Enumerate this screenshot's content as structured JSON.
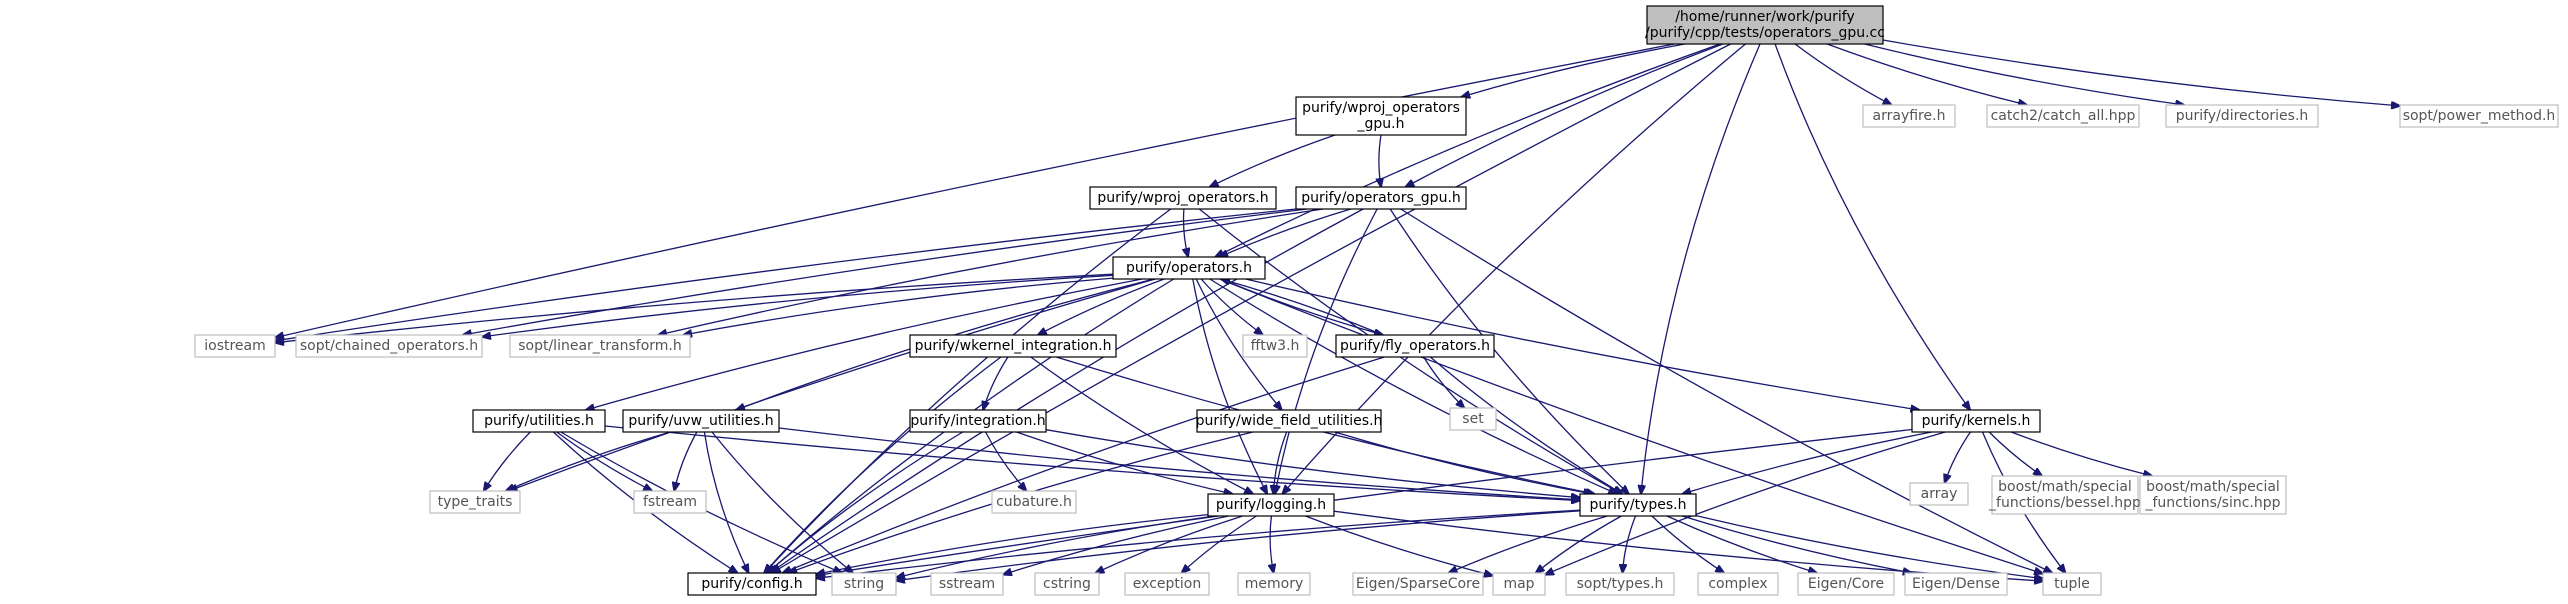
{
  "graph": {
    "nodes": [
      {
        "id": "root",
        "lines": [
          "/home/runner/work/purify",
          "/purify/cpp/tests/operators_gpu.cc"
        ],
        "kind": "root"
      },
      {
        "id": "config",
        "lines": [
          "purify/config.h"
        ],
        "kind": "file"
      },
      {
        "id": "wproj_gpu",
        "lines": [
          "purify/wproj_operators",
          "_gpu.h"
        ],
        "kind": "file"
      },
      {
        "id": "arrayfire",
        "lines": [
          "arrayfire.h"
        ],
        "kind": "external"
      },
      {
        "id": "catch",
        "lines": [
          "catch2/catch_all.hpp"
        ],
        "kind": "external"
      },
      {
        "id": "directories",
        "lines": [
          "purify/directories.h"
        ],
        "kind": "external"
      },
      {
        "id": "power",
        "lines": [
          "sopt/power_method.h"
        ],
        "kind": "external"
      },
      {
        "id": "wproj",
        "lines": [
          "purify/wproj_operators.h"
        ],
        "kind": "file"
      },
      {
        "id": "opgpu",
        "lines": [
          "purify/operators_gpu.h"
        ],
        "kind": "file"
      },
      {
        "id": "operators",
        "lines": [
          "purify/operators.h"
        ],
        "kind": "file"
      },
      {
        "id": "iostream",
        "lines": [
          "iostream"
        ],
        "kind": "external"
      },
      {
        "id": "chained",
        "lines": [
          "sopt/chained_operators.h"
        ],
        "kind": "external"
      },
      {
        "id": "lintrans",
        "lines": [
          "sopt/linear_transform.h"
        ],
        "kind": "external"
      },
      {
        "id": "wkernel",
        "lines": [
          "purify/wkernel_integration.h"
        ],
        "kind": "file"
      },
      {
        "id": "fftw",
        "lines": [
          "fftw3.h"
        ],
        "kind": "external"
      },
      {
        "id": "fly",
        "lines": [
          "purify/fly_operators.h"
        ],
        "kind": "file"
      },
      {
        "id": "set",
        "lines": [
          "set"
        ],
        "kind": "external"
      },
      {
        "id": "kernels",
        "lines": [
          "purify/kernels.h"
        ],
        "kind": "file"
      },
      {
        "id": "utilities",
        "lines": [
          "purify/utilities.h"
        ],
        "kind": "file"
      },
      {
        "id": "uvw",
        "lines": [
          "purify/uvw_utilities.h"
        ],
        "kind": "file"
      },
      {
        "id": "integration",
        "lines": [
          "purify/integration.h"
        ],
        "kind": "file"
      },
      {
        "id": "widefield",
        "lines": [
          "purify/wide_field_utilities.h"
        ],
        "kind": "file"
      },
      {
        "id": "logging",
        "lines": [
          "purify/logging.h"
        ],
        "kind": "file"
      },
      {
        "id": "types",
        "lines": [
          "purify/types.h"
        ],
        "kind": "file"
      },
      {
        "id": "typetraits",
        "lines": [
          "type_traits"
        ],
        "kind": "external"
      },
      {
        "id": "fstream",
        "lines": [
          "fstream"
        ],
        "kind": "external"
      },
      {
        "id": "cubature",
        "lines": [
          "cubature.h"
        ],
        "kind": "external"
      },
      {
        "id": "array",
        "lines": [
          "array"
        ],
        "kind": "external"
      },
      {
        "id": "bessel",
        "lines": [
          "boost/math/special",
          "_functions/bessel.hpp"
        ],
        "kind": "external"
      },
      {
        "id": "sinc",
        "lines": [
          "boost/math/special",
          "_functions/sinc.hpp"
        ],
        "kind": "external"
      },
      {
        "id": "string",
        "lines": [
          "string"
        ],
        "kind": "external"
      },
      {
        "id": "sstream",
        "lines": [
          "sstream"
        ],
        "kind": "external"
      },
      {
        "id": "cstring",
        "lines": [
          "cstring"
        ],
        "kind": "external"
      },
      {
        "id": "exception",
        "lines": [
          "exception"
        ],
        "kind": "external"
      },
      {
        "id": "memory",
        "lines": [
          "memory"
        ],
        "kind": "external"
      },
      {
        "id": "map",
        "lines": [
          "map"
        ],
        "kind": "external"
      },
      {
        "id": "sopttypes",
        "lines": [
          "sopt/types.h"
        ],
        "kind": "external"
      },
      {
        "id": "complex",
        "lines": [
          "complex"
        ],
        "kind": "external"
      },
      {
        "id": "eigencore",
        "lines": [
          "Eigen/Core"
        ],
        "kind": "external"
      },
      {
        "id": "eigendense",
        "lines": [
          "Eigen/Dense"
        ],
        "kind": "external"
      },
      {
        "id": "tuple",
        "lines": [
          "tuple"
        ],
        "kind": "external"
      },
      {
        "id": "sparse",
        "lines": [
          "Eigen/SparseCore"
        ],
        "kind": "external"
      }
    ],
    "edges": [
      [
        "root",
        "config"
      ],
      [
        "root",
        "wproj_gpu"
      ],
      [
        "root",
        "arrayfire"
      ],
      [
        "root",
        "catch"
      ],
      [
        "root",
        "directories"
      ],
      [
        "root",
        "power"
      ],
      [
        "root",
        "opgpu"
      ],
      [
        "root",
        "iostream"
      ],
      [
        "root",
        "operators"
      ],
      [
        "root",
        "logging"
      ],
      [
        "root",
        "types"
      ],
      [
        "root",
        "kernels"
      ],
      [
        "wproj_gpu",
        "wproj"
      ],
      [
        "wproj_gpu",
        "opgpu"
      ],
      [
        "wproj",
        "operators"
      ],
      [
        "wproj",
        "config"
      ],
      [
        "wproj",
        "types"
      ],
      [
        "opgpu",
        "operators"
      ],
      [
        "opgpu",
        "iostream"
      ],
      [
        "opgpu",
        "chained"
      ],
      [
        "opgpu",
        "lintrans"
      ],
      [
        "opgpu",
        "config"
      ],
      [
        "opgpu",
        "logging"
      ],
      [
        "opgpu",
        "types"
      ],
      [
        "opgpu",
        "tuple"
      ],
      [
        "operators",
        "iostream"
      ],
      [
        "operators",
        "chained"
      ],
      [
        "operators",
        "lintrans"
      ],
      [
        "operators",
        "wkernel"
      ],
      [
        "operators",
        "fftw"
      ],
      [
        "operators",
        "fly"
      ],
      [
        "operators",
        "kernels"
      ],
      [
        "operators",
        "utilities"
      ],
      [
        "operators",
        "uvw"
      ],
      [
        "operators",
        "widefield"
      ],
      [
        "operators",
        "logging"
      ],
      [
        "operators",
        "types"
      ],
      [
        "operators",
        "config"
      ],
      [
        "operators",
        "typetraits"
      ],
      [
        "operators",
        "tuple"
      ],
      [
        "fly",
        "operators"
      ],
      [
        "fly",
        "set"
      ],
      [
        "fly",
        "types"
      ],
      [
        "fly",
        "config"
      ],
      [
        "wkernel",
        "integration"
      ],
      [
        "wkernel",
        "logging"
      ],
      [
        "wkernel",
        "types"
      ],
      [
        "wkernel",
        "config"
      ],
      [
        "integration",
        "cubature"
      ],
      [
        "integration",
        "logging"
      ],
      [
        "integration",
        "types"
      ],
      [
        "integration",
        "config"
      ],
      [
        "widefield",
        "logging"
      ],
      [
        "widefield",
        "types"
      ],
      [
        "widefield",
        "config"
      ],
      [
        "utilities",
        "typetraits"
      ],
      [
        "utilities",
        "fstream"
      ],
      [
        "utilities",
        "string"
      ],
      [
        "utilities",
        "config"
      ],
      [
        "utilities",
        "types"
      ],
      [
        "uvw",
        "typetraits"
      ],
      [
        "uvw",
        "fstream"
      ],
      [
        "uvw",
        "string"
      ],
      [
        "uvw",
        "config"
      ],
      [
        "uvw",
        "types"
      ],
      [
        "kernels",
        "array"
      ],
      [
        "kernels",
        "bessel"
      ],
      [
        "kernels",
        "sinc"
      ],
      [
        "kernels",
        "types"
      ],
      [
        "kernels",
        "config"
      ],
      [
        "kernels",
        "map"
      ],
      [
        "kernels",
        "tuple"
      ],
      [
        "logging",
        "config"
      ],
      [
        "logging",
        "string"
      ],
      [
        "logging",
        "sstream"
      ],
      [
        "logging",
        "cstring"
      ],
      [
        "logging",
        "exception"
      ],
      [
        "logging",
        "memory"
      ],
      [
        "logging",
        "map"
      ],
      [
        "logging",
        "tuple"
      ],
      [
        "types",
        "config"
      ],
      [
        "types",
        "string"
      ],
      [
        "types",
        "sopttypes"
      ],
      [
        "types",
        "complex"
      ],
      [
        "types",
        "eigencore"
      ],
      [
        "types",
        "eigendense"
      ],
      [
        "types",
        "tuple"
      ],
      [
        "types",
        "map"
      ],
      [
        "types",
        "sparse"
      ]
    ]
  }
}
